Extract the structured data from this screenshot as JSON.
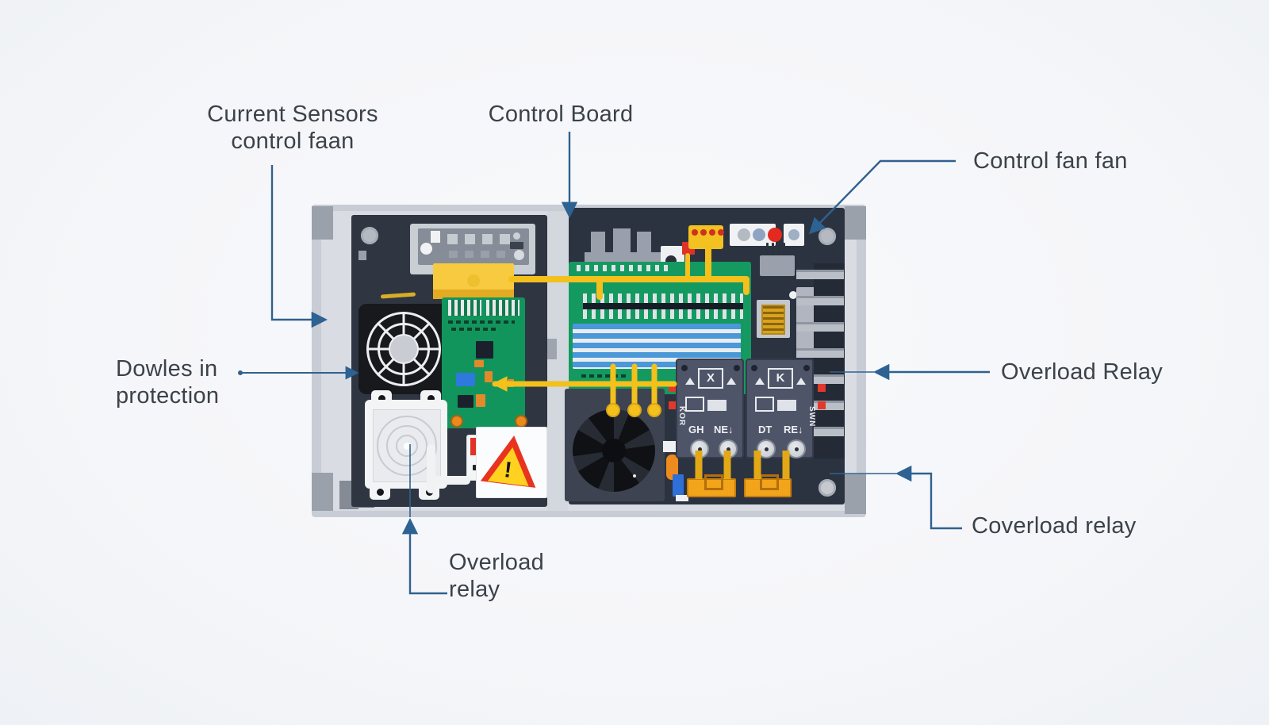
{
  "diagram": {
    "title_context": "exploded control unit illustration with callout labels",
    "labels": {
      "current_sensors": {
        "line1": "Current Sensors",
        "line2": "control faan"
      },
      "control_board": "Control Board",
      "control_fan_fan": "Control fan fan",
      "overload_relay_right": "Overload Relay",
      "dowles_in_protection": {
        "line1": "Dowles in",
        "line2": "protection"
      },
      "overload_relay_bottom": {
        "line1": "Overload",
        "line2": "relay"
      },
      "coverload_relay": "Coverload relay"
    },
    "device": {
      "warning_symbol": "!",
      "relay_modules": [
        {
          "symbol": "X",
          "side_text": "KOR",
          "bottom_left": "GH",
          "bottom_right": "NE↓"
        },
        {
          "symbol": "K",
          "side_text": "SWN",
          "bottom_left": "DT",
          "bottom_right": "RE↓"
        }
      ]
    },
    "colors": {
      "label_text": "#3b4249",
      "leader_line": "#30618f",
      "panel_dark": "#2f3642",
      "enclosure_gray": "#c7ccd5",
      "pcb_green": "#149a60",
      "ribbon_blue": "#4a98d8",
      "wire_yellow": "#f3c01c",
      "terminal_orange": "#f2a41b",
      "alert_red": "#e8331f",
      "alert_yellow": "#ffd21f"
    }
  }
}
